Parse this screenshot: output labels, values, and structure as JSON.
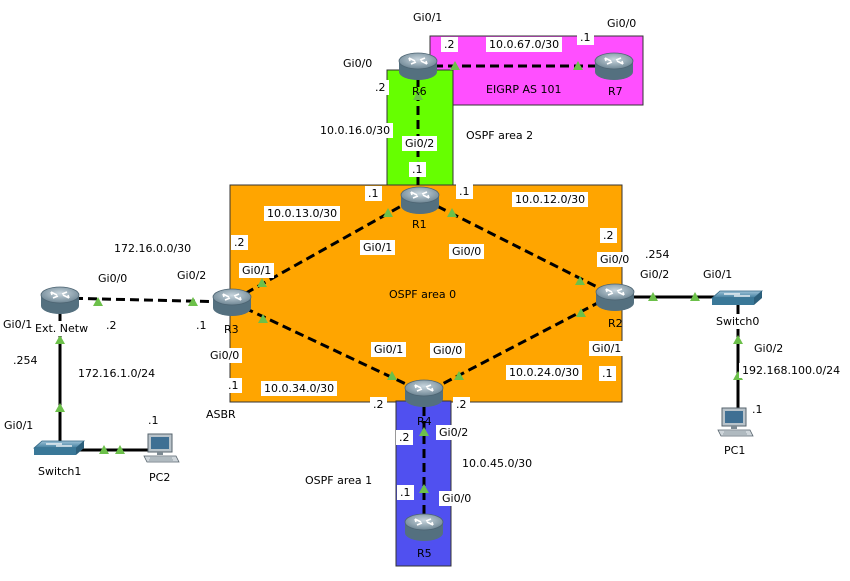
{
  "areas": {
    "area0": {
      "label": "OSPF area 0",
      "color": "#ffa500"
    },
    "area1": {
      "label": "OSPF area 1",
      "color": "#5050f0"
    },
    "area2": {
      "label": "OSPF area 2",
      "color": "#66ff00"
    },
    "eigrp": {
      "label": "EIGRP AS 101",
      "color": "#ff4fff"
    }
  },
  "devices": {
    "r1": "R1",
    "r2": "R2",
    "r3": "R3",
    "r4": "R4",
    "r5": "R5",
    "r6": "R6",
    "r7": "R7",
    "ext": "Ext. Netw",
    "switch0": "Switch0",
    "switch1": "Switch1",
    "pc1": "PC1",
    "pc2": "PC2"
  },
  "networks": {
    "n67": "10.0.67.0/30",
    "n16": "10.0.16.0/30",
    "n13": "10.0.13.0/30",
    "n12": "10.0.12.0/30",
    "n34": "10.0.34.0/30",
    "n24": "10.0.24.0/30",
    "n45": "10.0.45.0/30",
    "n172_0": "172.16.0.0/30",
    "n172_1": "172.16.1.0/24",
    "n192": "192.168.100.0/24"
  },
  "labels": {
    "r6_gi01": "Gi0/1",
    "r6_gi00": "Gi0/0",
    "r6_d2": ".2",
    "r6_d2b": ".2",
    "r7_gi00": "Gi0/0",
    "r7_d1": ".1",
    "r1_gi02": "Gi0/2",
    "r1_d1a": ".1",
    "r1_d1b": ".1",
    "r1_d1c": ".1",
    "r1_gi01": "Gi0/1",
    "r1_gi00": "Gi0/0",
    "r3_gi02": "Gi0/2",
    "r3_gi01": "Gi0/1",
    "r3_gi00": "Gi0/0",
    "r3_d2": ".2",
    "r3_d1a": ".1",
    "r3_d1b": ".1",
    "asbr": "ASBR",
    "r2_d2": ".2",
    "r2_gi00": "Gi0/0",
    "r2_254": ".254",
    "r2_gi02": "Gi0/2",
    "r2_gi01": "Gi0/1",
    "r2_d1": ".1",
    "sw0_gi01": "Gi0/1",
    "sw0_gi02": "Gi0/2",
    "pc1_d1": ".1",
    "r4_gi01": "Gi0/1",
    "r4_gi00": "Gi0/0",
    "r4_d2a": ".2",
    "r4_d2b": ".2",
    "r4_d2c": ".2",
    "r4_gi02": "Gi0/2",
    "r5_d1": ".1",
    "r5_gi00": "Gi0/0",
    "ext_gi00": "Gi0/0",
    "ext_gi01": "Gi0/1",
    "ext_d2": ".2",
    "ext_254": ".254",
    "sw1_gi01": "Gi0/1",
    "pc2_d1": ".1"
  }
}
